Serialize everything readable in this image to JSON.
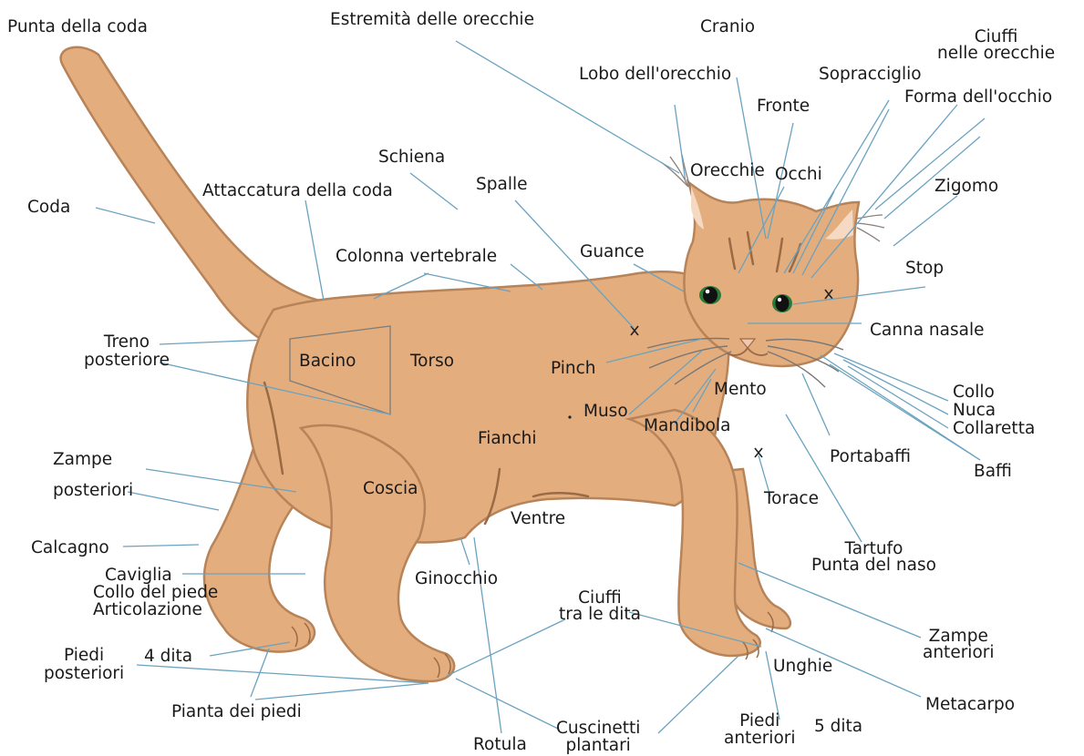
{
  "colors": {
    "fur": "#e3ad7e",
    "fur_outline": "#b78359",
    "fur_stripe": "#9a6a45",
    "inner_ear": "#f5d9c2",
    "pointer_line": "#6aa3c0",
    "text": "#1a1a1a"
  },
  "labels": {
    "punta_della_coda": "Punta della coda",
    "estremita_orecchie": "Estremità delle orecchie",
    "cranio": "Cranio",
    "ciuffi_orecchie": "Ciuffi\nnelle orecchie",
    "lobo_orecchio": "Lobo dell'orecchio",
    "sopracciglio": "Sopracciglio",
    "fronte": "Fronte",
    "forma_occhio": "Forma dell'occhio",
    "schiena": "Schiena",
    "spalle": "Spalle",
    "orecchie": "Orecchie",
    "occhi": "Occhi",
    "zigomo": "Zigomo",
    "coda": "Coda",
    "attaccatura_coda": "Attaccatura della coda",
    "guance": "Guance",
    "colonna_vertebrale": "Colonna  vertebrale",
    "stop": "Stop",
    "canna_nasale": "Canna nasale",
    "treno_posteriore": "Treno\nposteriore",
    "bacino": "Bacino",
    "torso": "Torso",
    "pinch": "Pinch",
    "mento": "Mento",
    "muso": "Muso",
    "collo": "Collo",
    "nuca": "Nuca",
    "collaretta": "Collaretta",
    "mandibola": "Mandibola",
    "fianchi": "Fianchi",
    "portabaffi": "Portabaffi",
    "baffi": "Baffi",
    "zampe_posteriori": "Zampe\nposteriori",
    "coscia": "Coscia",
    "torace": "Torace",
    "ventre": "Ventre",
    "calcagno": "Calcagno",
    "tartufo": "Tartufo",
    "punta_naso": "Punta del naso",
    "caviglia": "Caviglia",
    "ginocchio": "Ginocchio",
    "collo_piede": "Collo del piede",
    "articolazione": "Articolazione",
    "ciuffi_dita": "Ciuffi\ntra le dita",
    "zampe_anteriori": "Zampe\nanteriori",
    "piedi_posteriori": "Piedi\nposteriori",
    "quattro_dita": "4 dita",
    "unghie": "Unghie",
    "metacarpo": "Metacarpo",
    "pianta_piedi": "Pianta dei piedi",
    "cuscinetti": "Cuscinetti\nplantari",
    "rotula": "Rotula",
    "piedi_anteriori": "Piedi\nanteriori",
    "cinque_dita": "5 dita"
  }
}
